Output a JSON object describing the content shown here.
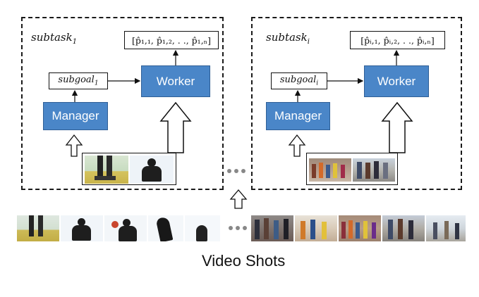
{
  "caption": "Video Shots",
  "left": {
    "subtask": "subtask",
    "subtask_sub": "1",
    "outputs": "[p̂₁,₁, p̂₁,₂, . ., p̂₁,ₙ]",
    "subgoal": "subgoal",
    "subgoal_sub": "1",
    "manager": "Manager",
    "worker": "Worker"
  },
  "right": {
    "subtask": "subtask",
    "subtask_sub": "i",
    "outputs": "[p̂ᵢ,₁, p̂ᵢ,₂, . ., p̂ᵢ,ₙ]",
    "subgoal": "subgoal",
    "subgoal_sub": "i",
    "manager": "Manager",
    "worker": "Worker"
  },
  "colors": {
    "block_fill": "#4a86c8",
    "block_border": "#2f5f96",
    "dash": "#1a1a1a",
    "ellipsis": "#888888"
  }
}
